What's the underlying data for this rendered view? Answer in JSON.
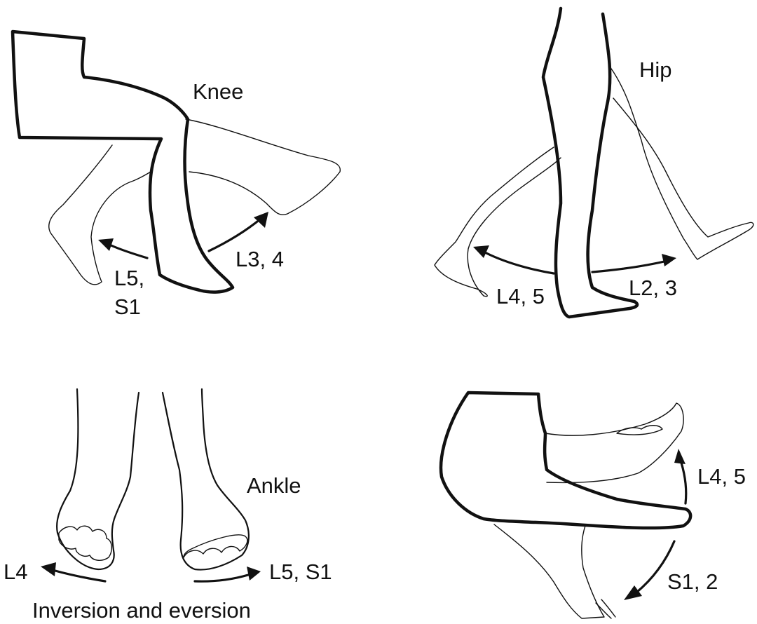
{
  "knee": {
    "title": "Knee",
    "flexion_label_line1": "L5,",
    "flexion_label_line2": "S1",
    "extension_label": "L3, 4"
  },
  "hip": {
    "title": "Hip",
    "extension_label": "L4, 5",
    "flexion_label": "L2, 3"
  },
  "ankle": {
    "title": "Ankle",
    "inversion_label": "L4",
    "eversion_label": "L5, S1",
    "caption": "Inversion and eversion"
  },
  "foot": {
    "dorsiflexion_label": "L4, 5",
    "plantarflexion_label": "S1, 2"
  }
}
